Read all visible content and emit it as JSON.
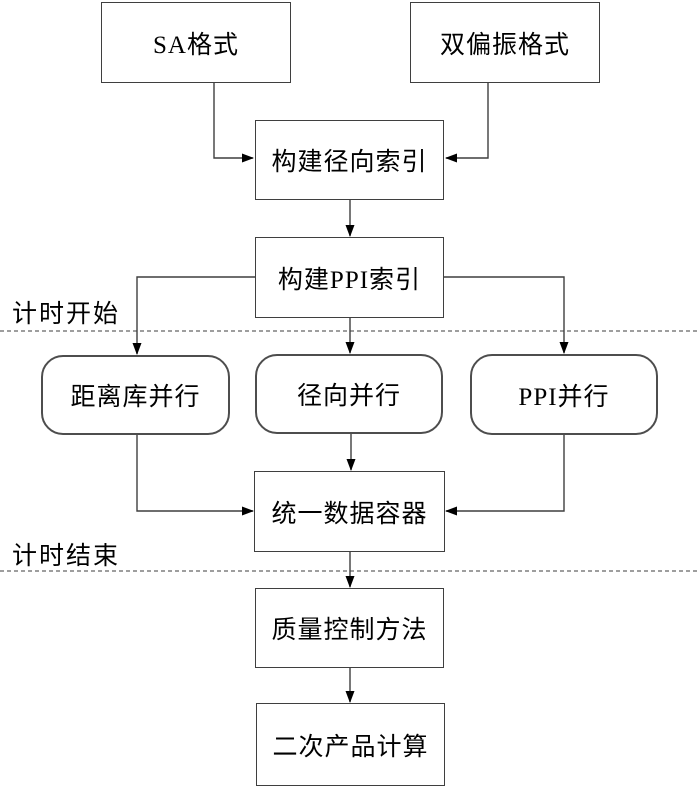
{
  "diagram": {
    "type": "flowchart",
    "nodes": [
      {
        "id": "sa-format",
        "label": "SA格式",
        "shape": "rect"
      },
      {
        "id": "dual-polarization-format",
        "label": "双偏振格式",
        "shape": "rect"
      },
      {
        "id": "build-radial-index",
        "label": "构建径向索引",
        "shape": "rect"
      },
      {
        "id": "build-ppi-index",
        "label": "构建PPI索引",
        "shape": "rect"
      },
      {
        "id": "range-bin-parallel",
        "label": "距离库并行",
        "shape": "rounded"
      },
      {
        "id": "radial-parallel",
        "label": "径向并行",
        "shape": "rounded"
      },
      {
        "id": "ppi-parallel",
        "label": "PPI并行",
        "shape": "rounded"
      },
      {
        "id": "unified-data-container",
        "label": "统一数据容器",
        "shape": "rect"
      },
      {
        "id": "quality-control-method",
        "label": "质量控制方法",
        "shape": "rect"
      },
      {
        "id": "secondary-product-calculation",
        "label": "二次产品计算",
        "shape": "rect"
      }
    ],
    "annotations": [
      {
        "id": "timing-start",
        "label": "计时开始",
        "style": "dashed-divider"
      },
      {
        "id": "timing-end",
        "label": "计时结束",
        "style": "dashed-divider"
      }
    ],
    "edges": [
      {
        "from": "sa-format",
        "to": "build-radial-index"
      },
      {
        "from": "dual-polarization-format",
        "to": "build-radial-index"
      },
      {
        "from": "build-radial-index",
        "to": "build-ppi-index"
      },
      {
        "from": "build-ppi-index",
        "to": "range-bin-parallel"
      },
      {
        "from": "build-ppi-index",
        "to": "radial-parallel"
      },
      {
        "from": "build-ppi-index",
        "to": "ppi-parallel"
      },
      {
        "from": "range-bin-parallel",
        "to": "unified-data-container"
      },
      {
        "from": "radial-parallel",
        "to": "unified-data-container"
      },
      {
        "from": "ppi-parallel",
        "to": "unified-data-container"
      },
      {
        "from": "unified-data-container",
        "to": "quality-control-method"
      },
      {
        "from": "quality-control-method",
        "to": "secondary-product-calculation"
      }
    ],
    "colors": {
      "background": "#ffffff",
      "line": "#3f3f3f",
      "arrowhead": "#000000",
      "text": "#000000",
      "divider": "#7f7f7f"
    }
  }
}
